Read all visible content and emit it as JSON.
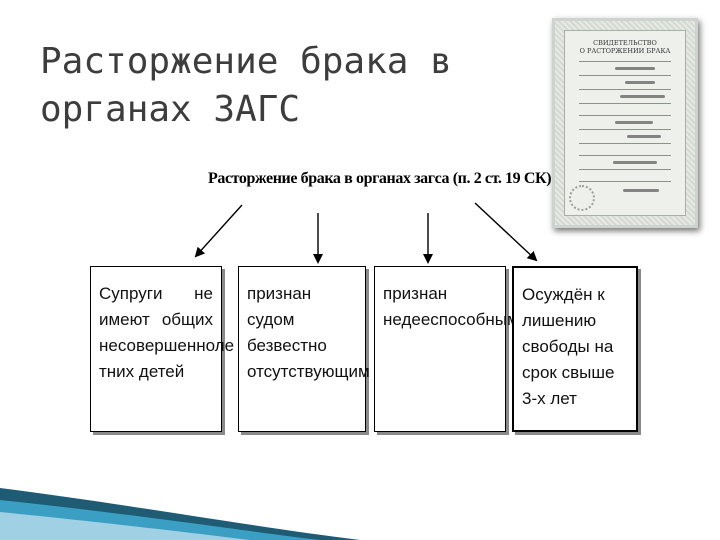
{
  "slide": {
    "title": "Расторжение брака в\nорганах ЗАГС"
  },
  "certificate": {
    "title": "СВИДЕТЕЛЬСТВО\nО РАСТОРЖЕНИИ БРАКА"
  },
  "diagram": {
    "heading": "Расторжение брака в органах загса (п. 2 ст. 19 СК)",
    "boxes": [
      {
        "text": "Супруги не имеют общих несовершенноле тних детей"
      },
      {
        "text": "признан судом безвестно отсутствующим"
      },
      {
        "text": "признан недееспособным"
      },
      {
        "text": "Осуждён к лишению свободы на срок свыше 3-х лет"
      }
    ]
  },
  "colors": {
    "title_text": "#3d3d3d",
    "swoosh_dark": "#1f5c73",
    "swoosh_light": "#3b9fc4"
  }
}
